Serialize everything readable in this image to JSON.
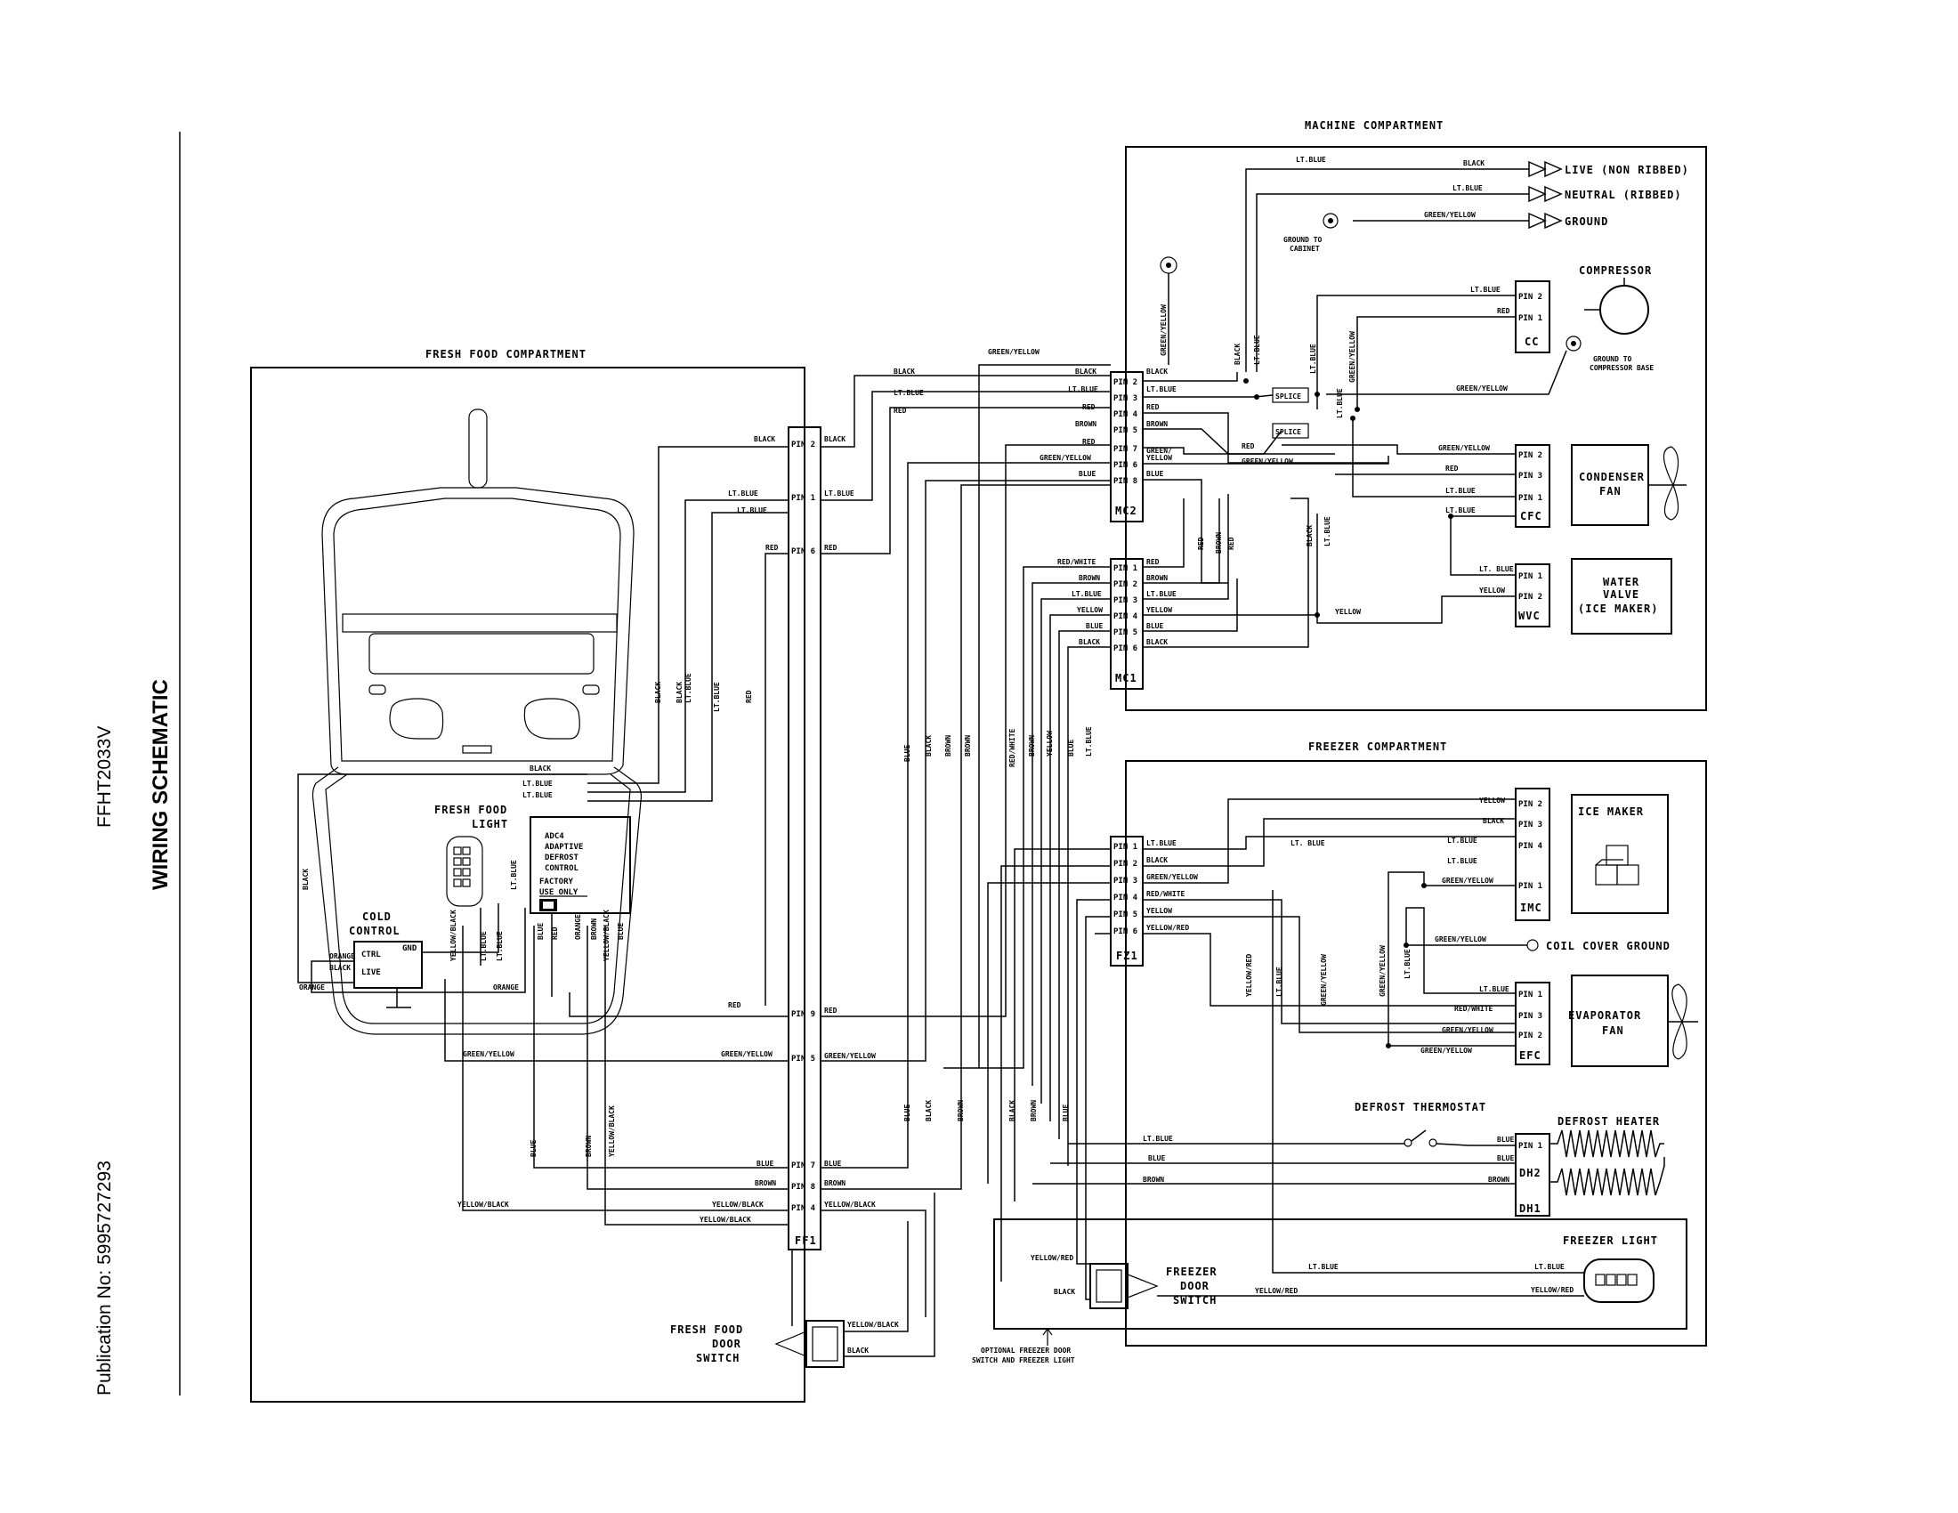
{
  "side": {
    "publication": "Publication No: 5995727293",
    "model": "FFHT2033V",
    "title": "WIRING SCHEMATIC"
  },
  "sections": {
    "fresh_food": "FRESH FOOD COMPARTMENT",
    "machine": "MACHINE COMPARTMENT",
    "freezer": "FREEZER  COMPARTMENT"
  },
  "power": {
    "live": "LIVE (NON RIBBED)",
    "neutral": "NEUTRAL (RIBBED)",
    "ground": "GROUND",
    "ground_cabinet": [
      "GROUND TO",
      "CABINET"
    ],
    "ground_compressor": [
      "GROUND TO",
      "COMPRESSOR BASE"
    ]
  },
  "components": {
    "compressor": "COMPRESSOR",
    "condenser_fan": [
      "CONDENSER",
      "FAN"
    ],
    "water_valve": [
      "WATER",
      "VALVE",
      "(ICE MAKER)"
    ],
    "ice_maker": "ICE MAKER",
    "coil_cover_ground": "COIL COVER GROUND",
    "evaporator_fan": [
      "EVAPORATOR",
      "FAN"
    ],
    "defrost_thermostat": "DEFROST THERMOSTAT",
    "defrost_heater": "DEFROST HEATER",
    "freezer_light": "FREEZER LIGHT",
    "freezer_door_switch": [
      "FREEZER",
      "DOOR",
      "SWITCH"
    ],
    "optional_note": [
      "OPTIONAL FREEZER DOOR",
      "SWITCH AND FREEZER LIGHT"
    ],
    "fresh_food_door_switch": [
      "FRESH FOOD",
      "DOOR",
      "SWITCH"
    ],
    "fresh_food_light": [
      "FRESH FOOD",
      "LIGHT"
    ],
    "cold_control": [
      "COLD",
      "CONTROL"
    ],
    "cold_control_terms": [
      "CTRL",
      "LIVE",
      "GND"
    ],
    "adc": [
      "ADC4",
      "ADAPTIVE",
      "DEFROST",
      "CONTROL",
      "FACTORY",
      "USE ONLY"
    ],
    "splice": "SPLICE"
  },
  "connectors": {
    "cc": "CC",
    "cfc": "CFC",
    "wvc": "WVC",
    "mc2": "MC2",
    "mc1": "MC1",
    "imc": "IMC",
    "efc": "EFC",
    "dh1": "DH1",
    "dh2": "DH2",
    "fz1": "FZ1",
    "ff1": "FF1"
  },
  "pins": {
    "mc2": [
      "PIN 2",
      "PIN 3",
      "PIN 4",
      "PIN 5",
      "PIN 7",
      "PIN 6",
      "PIN 8"
    ],
    "mc1": [
      "PIN 1",
      "PIN 2",
      "PIN 3",
      "PIN 4",
      "PIN 5",
      "PIN 6"
    ],
    "ff1_top": [
      "PIN 2",
      "PIN 1",
      "PIN 6"
    ],
    "ff1_bottom": [
      "PIN 9",
      "PIN 5",
      "PIN 7",
      "PIN 8",
      "PIN 4"
    ],
    "fz1": [
      "PIN 1",
      "PIN 2",
      "PIN 3",
      "PIN 4",
      "PIN 5",
      "PIN 6"
    ],
    "cc": [
      "PIN 2",
      "PIN 1"
    ],
    "cfc": [
      "PIN 2",
      "PIN 3",
      "PIN 1"
    ],
    "wvc": [
      "PIN 1",
      "PIN 2"
    ],
    "imc": [
      "PIN 2",
      "PIN 3",
      "PIN 4",
      "PIN 1"
    ],
    "efc": [
      "PIN 1",
      "PIN 3",
      "PIN 2"
    ],
    "dh2": [
      "PIN 1"
    ]
  },
  "wire_colors": {
    "black": "BLACK",
    "ltblue": "LT.BLUE",
    "ltblue_sp": "LT. BLUE",
    "red": "RED",
    "brown": "BROWN",
    "blue": "BLUE",
    "yellow": "YELLOW",
    "orange": "ORANGE",
    "gy": "GREEN/YELLOW",
    "rw": "RED/WHITE",
    "yr": "YELLOW/RED",
    "yb": "YELLOW/BLACK",
    "gy_split": [
      "GREEN/",
      "YELLOW"
    ]
  }
}
